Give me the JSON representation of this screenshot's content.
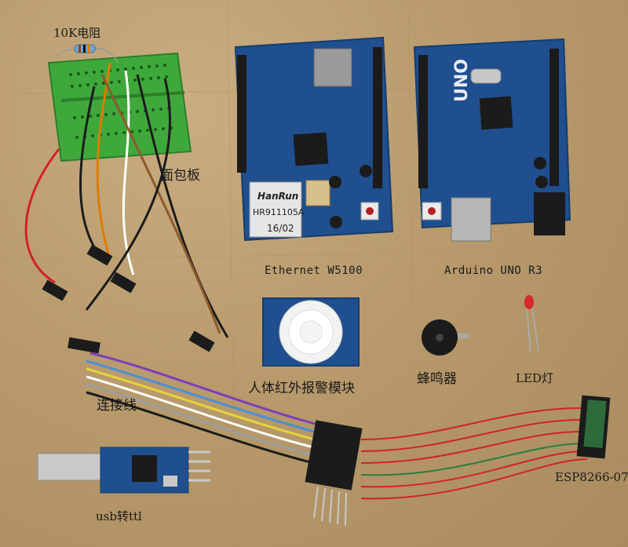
{
  "labels": {
    "resistor": "10K电阻",
    "breadboard": "面包板",
    "ethernet": "Ethernet W5100",
    "uno": "Arduino UNO R3",
    "pir": "人体红外报警模块",
    "buzzer": "蜂鸣器",
    "led": "LED灯",
    "wires": "连接线",
    "esp": "ESP8266-07",
    "usb": "usb转ttl"
  },
  "chip_text": {
    "hanrun_brand": "HanRun",
    "hanrun_model": "HR911105A",
    "hanrun_date": "16/02",
    "uno_logo": "UNO"
  },
  "colors": {
    "cardboard": "#b89a6c",
    "pcb_blue": "#1f4f8f",
    "breadboard_green": "#3fa83a",
    "header_black": "#1b1b1b",
    "wire_red": "#d32222",
    "wire_purple": "#7b3fb8",
    "wire_yellow": "#e8d23a"
  }
}
